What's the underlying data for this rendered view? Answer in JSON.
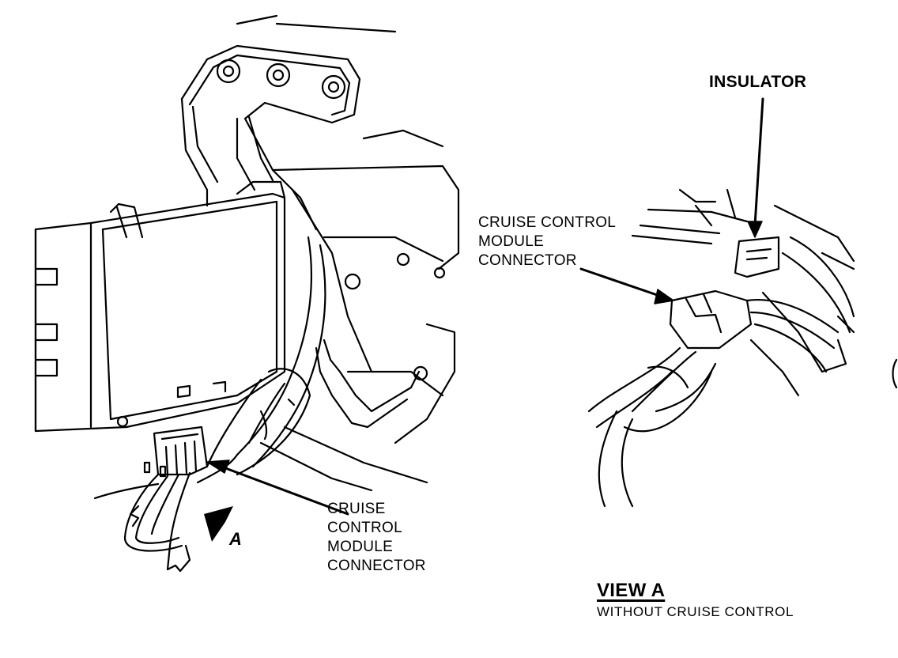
{
  "labels": {
    "left_connector": {
      "line1": "CRUISE",
      "line2": "CONTROL",
      "line3": "MODULE",
      "line4": "CONNECTOR"
    },
    "view_arrow_letter": "A",
    "right_connector": {
      "line1": "CRUISE CONTROL",
      "line2": "MODULE",
      "line3": "CONNECTOR"
    },
    "insulator": "INSULATOR",
    "view_title": "VIEW A",
    "view_subtitle": "WITHOUT CRUISE CONTROL"
  },
  "colors": {
    "ink": "#000000",
    "paper": "#ffffff"
  }
}
